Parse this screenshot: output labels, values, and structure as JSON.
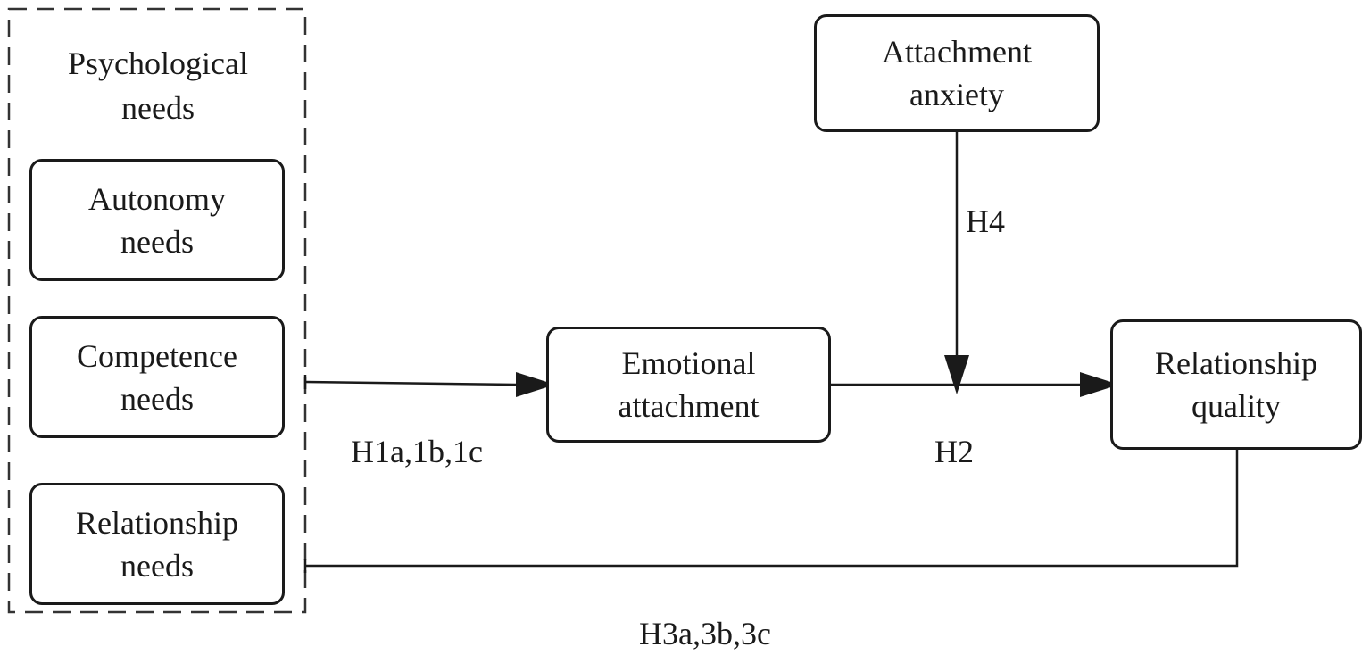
{
  "group": {
    "title_line1": "Psychological",
    "title_line2": "needs"
  },
  "nodes": {
    "autonomy": {
      "line1": "Autonomy",
      "line2": "needs"
    },
    "competence": {
      "line1": "Competence",
      "line2": "needs"
    },
    "relationship_needs": {
      "line1": "Relationship",
      "line2": "needs"
    },
    "emotional_attachment": {
      "line1": "Emotional",
      "line2": "attachment"
    },
    "attachment_anxiety": {
      "line1": "Attachment",
      "line2": "anxiety"
    },
    "relationship_quality": {
      "line1": "Relationship",
      "line2": "quality"
    }
  },
  "edges": {
    "h1": "H1a,1b,1c",
    "h2": "H2",
    "h3": "H3a,3b,3c",
    "h4": "H4"
  }
}
